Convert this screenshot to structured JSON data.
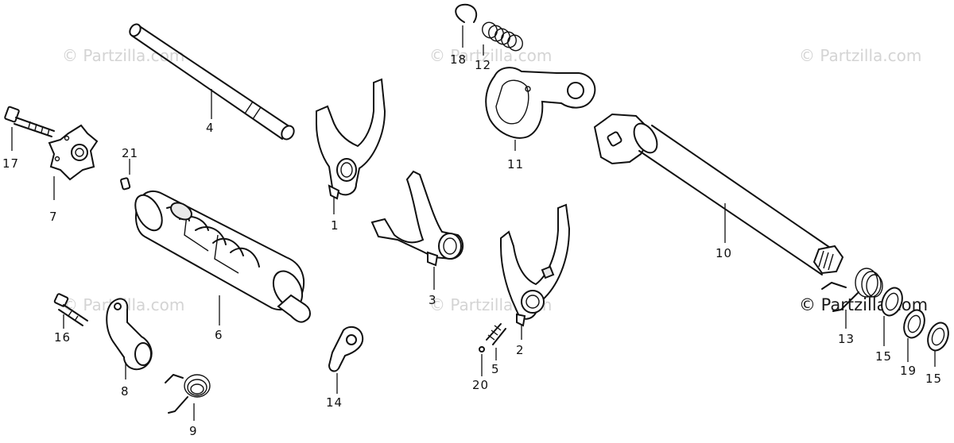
{
  "watermarks": {
    "wm1": "© Partzilla.com",
    "wm2": "© Partzilla.com",
    "wm3": "© Partzilla.com",
    "wm4": "© Partzilla.com",
    "wm5": "© Partzilla.com",
    "wm6": "© Partzilla.com"
  },
  "callouts": {
    "c1": "1",
    "c2": "2",
    "c3": "3",
    "c4": "4",
    "c5": "5",
    "c6": "6",
    "c7": "7",
    "c8": "8",
    "c9": "9",
    "c10": "10",
    "c11": "11",
    "c12": "12",
    "c13": "13",
    "c14": "14",
    "c15a": "15",
    "c15b": "15",
    "c16": "16",
    "c17": "17",
    "c18": "18",
    "c19": "19",
    "c20": "20",
    "c21": "21"
  },
  "colors": {
    "line": "#111111",
    "watermark": "#d4d4d4",
    "background": "#ffffff"
  }
}
